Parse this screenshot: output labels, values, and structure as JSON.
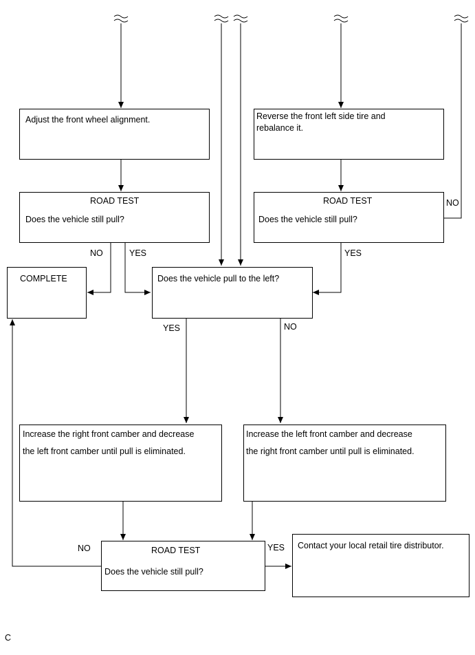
{
  "boxes": {
    "adjust_alignment": {
      "text": "Adjust the front wheel alignment."
    },
    "reverse_tire": {
      "line1": "Reverse the front left side tire and",
      "line2": "rebalance it."
    },
    "road_test_1": {
      "title": "ROAD TEST",
      "question": "Does the vehicle still pull?"
    },
    "road_test_2": {
      "title": "ROAD TEST",
      "question": "Does the vehicle still pull?"
    },
    "complete": {
      "text": "COMPLETE"
    },
    "pull_left": {
      "text": "Does the vehicle pull to the left?"
    },
    "increase_right": {
      "line1": "Increase the right front camber and decrease",
      "line2": "the left front camber until pull is eliminated."
    },
    "increase_left": {
      "line1": "Increase the left front camber and decrease",
      "line2": "the right front camber until pull is eliminated."
    },
    "road_test_3": {
      "title": "ROAD TEST",
      "question": "Does the vehicle still pull?"
    },
    "contact": {
      "text": "Contact your local retail tire distributor."
    }
  },
  "labels": {
    "rt1_no": "NO",
    "rt1_yes": "YES",
    "rt2_no": "NO",
    "rt2_yes": "YES",
    "pull_yes": "YES",
    "pull_no": "NO",
    "rt3_no": "NO",
    "rt3_yes": "YES"
  },
  "footer": {
    "code": "C"
  }
}
